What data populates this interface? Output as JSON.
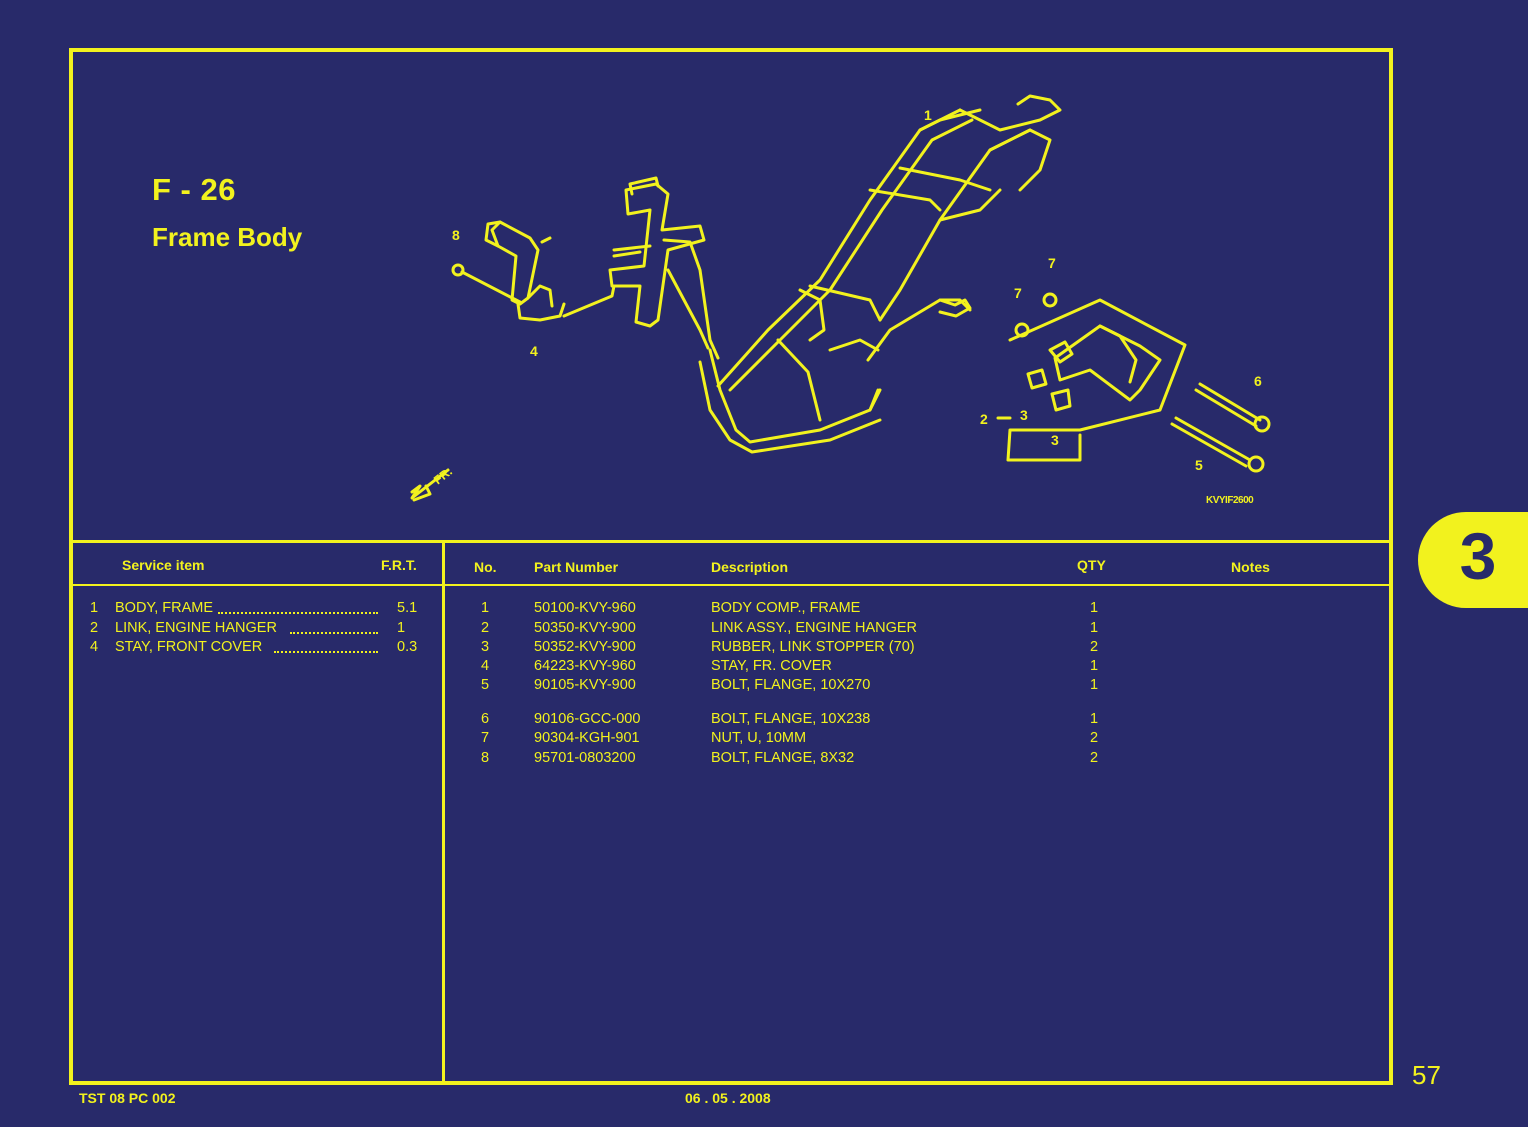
{
  "page": {
    "code": "F - 26",
    "title": "Frame Body",
    "diagram_code": "KVYIF2600",
    "section_tab": "3",
    "page_number": "57",
    "footer_left": "TST 08 PC 002",
    "footer_center": "06 . 05 . 2008"
  },
  "diagram": {
    "callouts": [
      "1",
      "2",
      "3",
      "3",
      "4",
      "5",
      "6",
      "7",
      "7",
      "8"
    ],
    "direction_label": "FR."
  },
  "service_table": {
    "headers": {
      "item": "Service item",
      "frt": "F.R.T."
    },
    "rows": [
      {
        "no": "1",
        "name": "BODY, FRAME",
        "frt": "5.1"
      },
      {
        "no": "2",
        "name": "LINK, ENGINE HANGER",
        "frt": "1"
      },
      {
        "no": "4",
        "name": "STAY, FRONT COVER",
        "frt": "0.3"
      }
    ]
  },
  "parts_table": {
    "headers": {
      "no": "No.",
      "part": "Part Number",
      "desc": "Description",
      "qty": "QTY",
      "notes": "Notes"
    },
    "rows": [
      {
        "no": "1",
        "part": "50100-KVY-960",
        "desc": "BODY COMP., FRAME",
        "qty": "1"
      },
      {
        "no": "2",
        "part": "50350-KVY-900",
        "desc": "LINK ASSY., ENGINE HANGER",
        "qty": "1"
      },
      {
        "no": "3",
        "part": "50352-KVY-900",
        "desc": "RUBBER, LINK STOPPER (70)",
        "qty": "2"
      },
      {
        "no": "4",
        "part": "64223-KVY-960",
        "desc": "STAY, FR. COVER",
        "qty": "1"
      },
      {
        "no": "5",
        "part": "90105-KVY-900",
        "desc": "BOLT, FLANGE, 10X270",
        "qty": "1"
      },
      {
        "no": "6",
        "part": "90106-GCC-000",
        "desc": "BOLT, FLANGE, 10X238",
        "qty": "1"
      },
      {
        "no": "7",
        "part": "90304-KGH-901",
        "desc": "NUT, U, 10MM",
        "qty": "2"
      },
      {
        "no": "8",
        "part": "95701-0803200",
        "desc": "BOLT, FLANGE, 8X32",
        "qty": "2"
      }
    ]
  },
  "colors": {
    "background": "#282a6a",
    "ink": "#f2f21e"
  }
}
